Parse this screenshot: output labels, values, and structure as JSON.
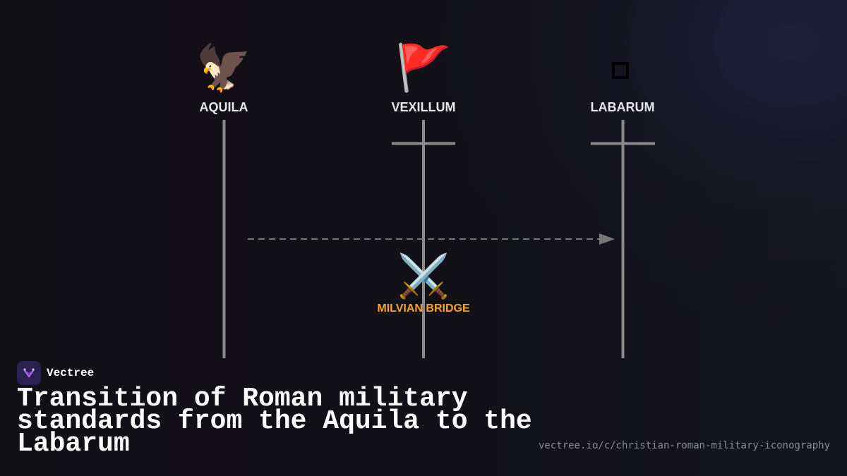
{
  "diagram": {
    "lanes": [
      {
        "id": "aquila",
        "label": "AQUILA",
        "icon": "🦅",
        "icon_name": "eagle-icon"
      },
      {
        "id": "vexillum",
        "label": "VEXILLUM",
        "icon": "🚩",
        "icon_name": "flag-icon"
      },
      {
        "id": "labarum",
        "label": "LABARUM",
        "icon": "",
        "icon_name": "chi-rho-icon"
      }
    ],
    "event": {
      "label": "MILVIAN BRIDGE",
      "icon": "⚔️",
      "icon_name": "crossed-swords-icon"
    },
    "colors": {
      "lane_line": "#8a8a8a",
      "arrow": "#777777",
      "event_label": "#f5a623",
      "lane_label": "#e6e6e6"
    }
  },
  "brand": {
    "name": "Vectree",
    "logo": "vectree-logo-icon"
  },
  "title": "Transition of Roman military standards from the Aquila to the Labarum",
  "url": "vectree.io/c/christian-roman-military-iconography"
}
